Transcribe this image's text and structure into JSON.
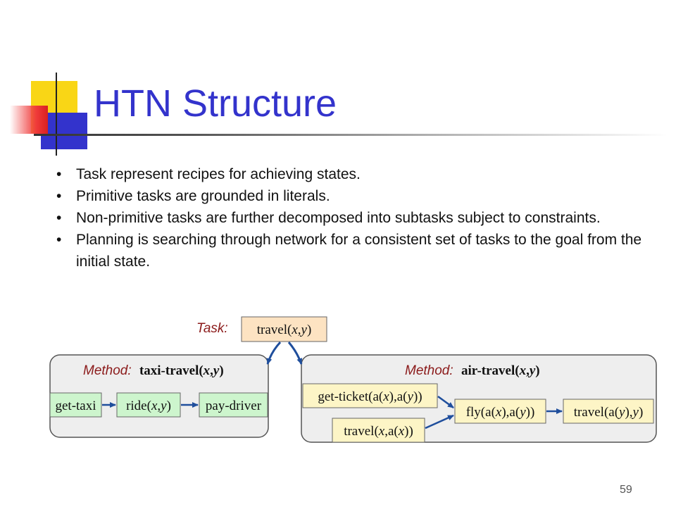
{
  "slide": {
    "title": "HTN Structure",
    "bullets": [
      "Task represent recipes for achieving states.",
      "Primitive tasks are grounded in literals.",
      "Non-primitive tasks are further decomposed into subtasks subject to constraints.",
      "Planning is searching through network for a consistent set of tasks to the goal from the initial state."
    ],
    "slide_number": "59"
  },
  "diagram": {
    "task_label": "Task:",
    "task": [
      "travel(",
      "x",
      ",",
      "y",
      ")"
    ],
    "method_label": "Method:",
    "left_method": [
      "taxi-travel(",
      "x",
      ",",
      "y",
      ")"
    ],
    "right_method": [
      "air-travel(",
      "x",
      ",",
      "y",
      ")"
    ],
    "left_subtasks": [
      [
        "get-taxi"
      ],
      [
        "ride(",
        "x",
        ",",
        "y",
        ")"
      ],
      [
        "pay-driver"
      ]
    ],
    "right_subtasks": [
      [
        "get-ticket(a(",
        "x",
        "),a(",
        "y",
        "))"
      ],
      [
        "travel(",
        "x",
        ",a(",
        "x",
        "))"
      ],
      [
        "fly(a(",
        "x",
        "),a(",
        "y",
        "))"
      ],
      [
        "travel(a(",
        "y",
        "),",
        "y",
        ")"
      ]
    ],
    "colors": {
      "task_fill": "#fde3c2",
      "left_subtask_fill": "#cdf5cd",
      "right_subtask_fill": "#fdf5c6",
      "method_fill": "#eeeeee",
      "method_label": "#8b1a1a",
      "arrow": "#1f4e9c"
    }
  }
}
